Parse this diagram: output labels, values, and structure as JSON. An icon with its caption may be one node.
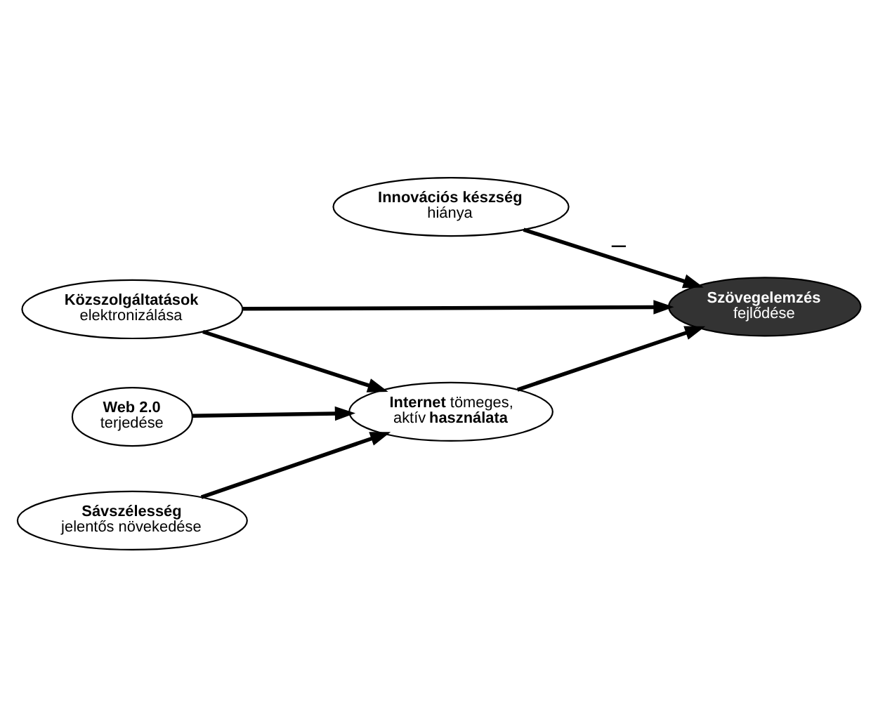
{
  "diagram": {
    "nodes": [
      {
        "text": [
          "**Innovációs készség**",
          "hiánya"
        ]
      },
      {
        "text": [
          "**Közszolgáltatások**",
          "elektronizálása"
        ]
      },
      {
        "text": [
          "**Szövegelemzés**",
          "fejlődése"
        ]
      },
      {
        "text": [
          "**Web 2.0**",
          "terjedése"
        ]
      },
      {
        "text": [
          "**Internet** tömeges, aktív **használata**"
        ]
      },
      {
        "text": [
          "**Sávszélesség**",
          "jelentős növekedése"
        ]
      }
    ],
    "edges": [
      {
        "from": 0,
        "to": 2,
        "arrow": "to",
        "label": "–"
      },
      {
        "from": 1,
        "to": 2,
        "arrow": "to"
      },
      {
        "from": 1,
        "to": 4,
        "arrow": "to"
      },
      {
        "from": 3,
        "to": 4,
        "arrow": "to"
      },
      {
        "from": 5,
        "to": 4,
        "arrow": "to"
      },
      {
        "from": 4,
        "to": 2,
        "arrow": "to"
      }
    ]
  }
}
